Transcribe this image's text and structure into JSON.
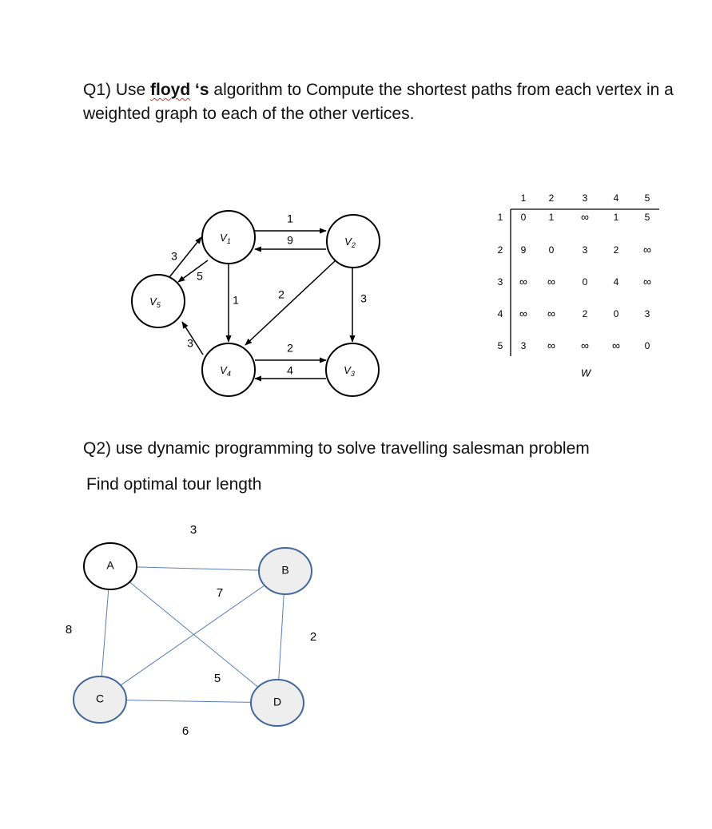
{
  "q1": {
    "prefix": "Q1) Use ",
    "bold1": "floyd",
    "bold2": " ‘s",
    "suffix": " algorithm to Compute the shortest paths from each vertex in a weighted graph to each of the other vertices."
  },
  "graph1": {
    "vertices": [
      {
        "id": "v1",
        "label": "V1",
        "sub": "1"
      },
      {
        "id": "v2",
        "label": "V2",
        "sub": "2"
      },
      {
        "id": "v3",
        "label": "V3",
        "sub": "3"
      },
      {
        "id": "v4",
        "label": "V4",
        "sub": "4"
      },
      {
        "id": "v5",
        "label": "V5",
        "sub": "5"
      }
    ],
    "edges": [
      {
        "from": "v1",
        "to": "v2",
        "weight": "1"
      },
      {
        "from": "v2",
        "to": "v1",
        "weight": "9"
      },
      {
        "from": "v1",
        "to": "v4",
        "weight": "1"
      },
      {
        "from": "v1",
        "to": "v5",
        "weight": "5"
      },
      {
        "from": "v5",
        "to": "v1",
        "weight": "3"
      },
      {
        "from": "v2",
        "to": "v4",
        "weight": "2"
      },
      {
        "from": "v2",
        "to": "v3",
        "weight": "3"
      },
      {
        "from": "v4",
        "to": "v3",
        "weight": "2"
      },
      {
        "from": "v3",
        "to": "v4",
        "weight": "4"
      },
      {
        "from": "v4",
        "to": "v5",
        "weight": "3"
      }
    ]
  },
  "matrix": {
    "name": "W",
    "col_headers": [
      "1",
      "2",
      "3",
      "4",
      "5"
    ],
    "row_headers": [
      "1",
      "2",
      "3",
      "4",
      "5"
    ],
    "rows": [
      [
        "0",
        "1",
        "∞",
        "1",
        "5"
      ],
      [
        "9",
        "0",
        "3",
        "2",
        "∞"
      ],
      [
        "∞",
        "∞",
        "0",
        "4",
        "∞"
      ],
      [
        "∞",
        "∞",
        "2",
        "0",
        "3"
      ],
      [
        "3",
        "∞",
        "∞",
        "∞",
        "0"
      ]
    ]
  },
  "q2": {
    "title": "Q2) use dynamic programming to solve travelling salesman problem",
    "subtitle": "Find optimal tour length"
  },
  "graph2": {
    "nodes": [
      {
        "id": "A",
        "label": "A",
        "fill": "#ffffff",
        "stroke": "#000000"
      },
      {
        "id": "B",
        "label": "B",
        "fill": "#eeeeee",
        "stroke": "#41679b"
      },
      {
        "id": "C",
        "label": "C",
        "fill": "#eeeeee",
        "stroke": "#41679b"
      },
      {
        "id": "D",
        "label": "D",
        "fill": "#eeeeee",
        "stroke": "#41679b"
      }
    ],
    "edges": [
      {
        "from": "A",
        "to": "B",
        "weight": "3"
      },
      {
        "from": "B",
        "to": "C",
        "weight": "7"
      },
      {
        "from": "A",
        "to": "C",
        "weight": "8"
      },
      {
        "from": "B",
        "to": "D",
        "weight": "2"
      },
      {
        "from": "A",
        "to": "D",
        "weight": "5"
      },
      {
        "from": "C",
        "to": "D",
        "weight": "6"
      }
    ],
    "edge_color": "#5a7fb5"
  }
}
